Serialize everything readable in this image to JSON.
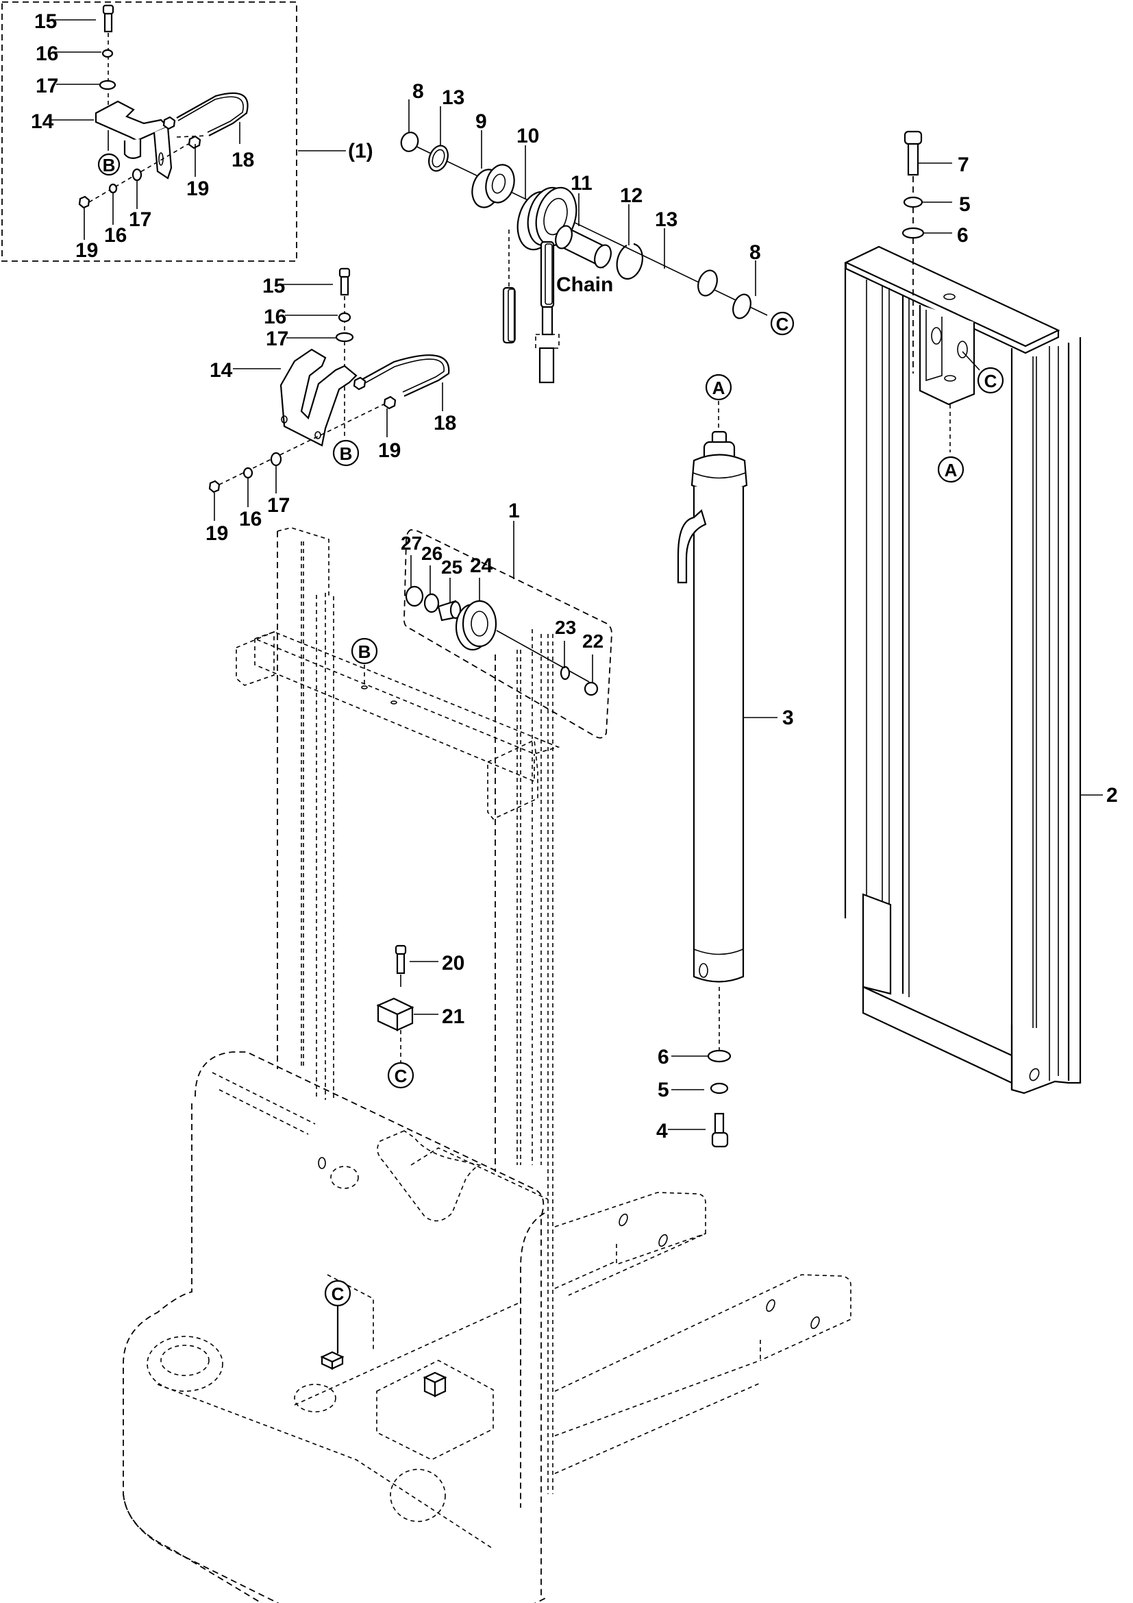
{
  "diagram": {
    "type": "exploded parts diagram",
    "subject": "pallet stacker mast, lift cylinder and chain pulley assembly",
    "callouts": {
      "inset_15": "15",
      "inset_16": "16",
      "inset_17": "17",
      "inset_14": "14",
      "inset_18": "18",
      "inset_19a": "19",
      "inset_19b": "19",
      "inset_16b": "16",
      "inset_17b": "17",
      "inset_ref": "B",
      "inset_group": "(1)",
      "pulley_8a": "8",
      "pulley_13a": "13",
      "pulley_9": "9",
      "pulley_10": "10",
      "pulley_11": "11",
      "pulley_12": "12",
      "pulley_13b": "13",
      "pulley_8b": "8",
      "pulley_ref_c": "C",
      "chain": "Chain",
      "frame_7": "7",
      "frame_5": "5",
      "frame_6": "6",
      "frame_2": "2",
      "frame_ref_c": "C",
      "frame_ref_a": "A",
      "bracket_15": "15",
      "bracket_16": "16",
      "bracket_17": "17",
      "bracket_14": "14",
      "bracket_18": "18",
      "bracket_19a": "19",
      "bracket_19b": "19",
      "bracket_16b": "16",
      "bracket_17b": "17",
      "bracket_ref_b": "B",
      "roller_1": "1",
      "roller_27": "27",
      "roller_26": "26",
      "roller_25": "25",
      "roller_24": "24",
      "roller_23": "23",
      "roller_22": "22",
      "mast_ref_b": "B",
      "cyl_ref_a": "A",
      "cyl_3": "3",
      "cyl_6": "6",
      "cyl_5": "5",
      "cyl_4": "4",
      "block_20": "20",
      "block_21": "21",
      "block_ref_c": "C",
      "chassis_ref_c": "C"
    }
  }
}
